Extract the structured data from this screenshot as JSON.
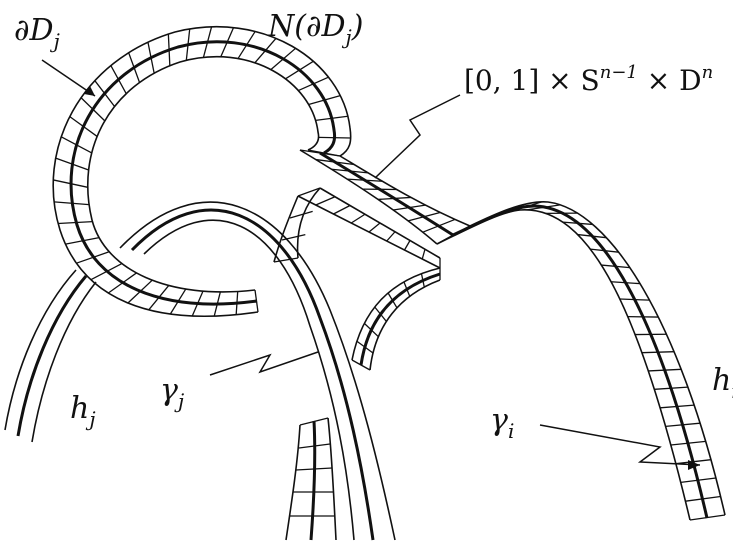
{
  "labels": {
    "boundary_disk": "∂D",
    "boundary_disk_sub": "j",
    "neighborhood": "N(∂D",
    "neighborhood_sub": "j",
    "neighborhood_close": ")",
    "product_space": "[0, 1] × S",
    "product_sup": "n−1",
    "product_tail": " × D",
    "product_tail_sup": "n",
    "gamma_j": "γ",
    "gamma_j_sub": "j",
    "gamma_i": "γ",
    "gamma_i_sub": "i",
    "h_j": "h",
    "h_j_sub": "j",
    "h_i": "h",
    "h_i_sub": "i"
  },
  "colors": {
    "ink": "#111111",
    "background": "#ffffff"
  }
}
